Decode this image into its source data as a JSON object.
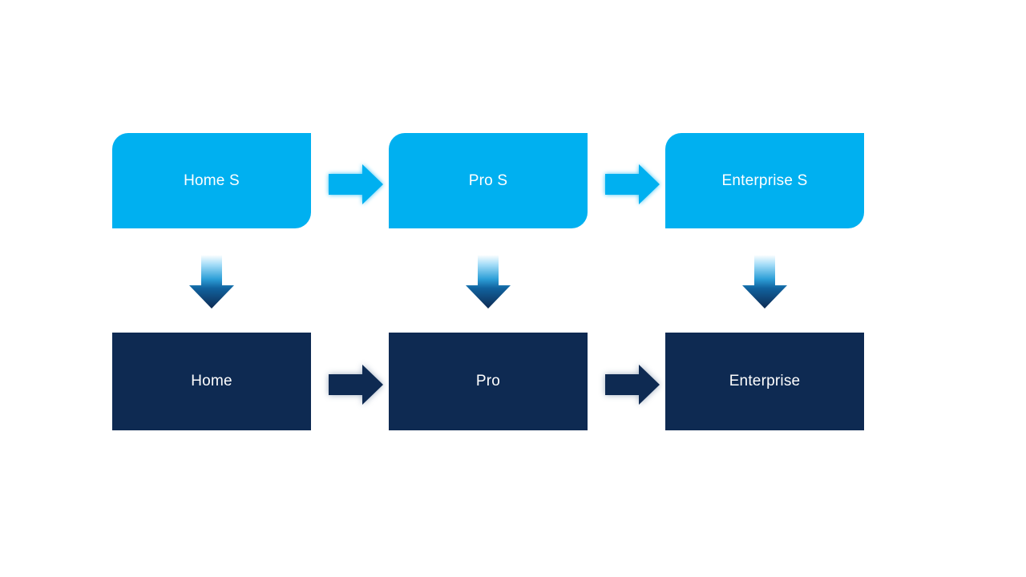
{
  "diagram": {
    "colors": {
      "bg": "#FFFFFF",
      "primary": "#00B0F0",
      "dark": "#0E2A52",
      "text": "#FFFFFF"
    },
    "down_arrow_gradient": [
      "#FFFFFF",
      "#A5DDF8",
      "#2D9FD8",
      "#11639F",
      "#0E2A52"
    ],
    "nodes": {
      "top": [
        {
          "label": "Home S"
        },
        {
          "label": "Pro S"
        },
        {
          "label": "Enterprise S"
        }
      ],
      "bottom": [
        {
          "label": "Home"
        },
        {
          "label": "Pro"
        },
        {
          "label": "Enterprise"
        }
      ]
    },
    "icons": {
      "right_arrow": "right-arrow-icon",
      "down_arrow": "down-arrow-icon"
    }
  }
}
